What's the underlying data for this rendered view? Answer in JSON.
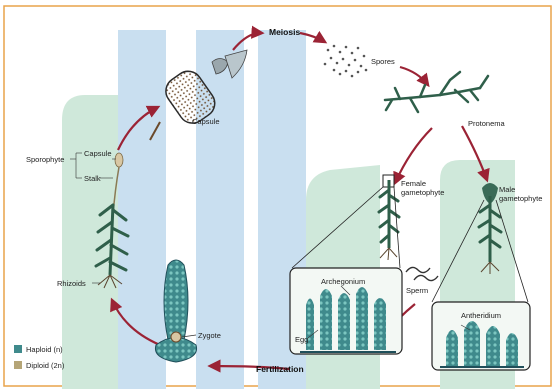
{
  "labels": {
    "meiosis": "Meiosis",
    "spores": "Spores",
    "protonema": "Protonema",
    "capsule_top": "Capsule",
    "sporophyte": "Sporophyte",
    "capsule": "Capsule",
    "stalk": "Stalk",
    "female_gametophyte_1": "Female",
    "female_gametophyte_2": "gametophyte",
    "male_gametophyte_1": "Male",
    "male_gametophyte_2": "gametophyte",
    "archegonium": "Archegonium",
    "sperm": "Sperm",
    "antheridium": "Antheridium",
    "egg": "Egg",
    "rhizoids": "Rhizoids",
    "zygote": "Zygote",
    "fertilization": "Fertilization"
  },
  "legend": [
    {
      "label": "Haploid (n)",
      "color": "#3f8a8c"
    },
    {
      "label": "Diploid (2n)",
      "color": "#b5a577"
    }
  ],
  "colors": {
    "arrow": "#9b2335",
    "moss": "#2f5f4a",
    "haploid_band": "#cfe8da",
    "diploid_band": "#c9dff0"
  }
}
